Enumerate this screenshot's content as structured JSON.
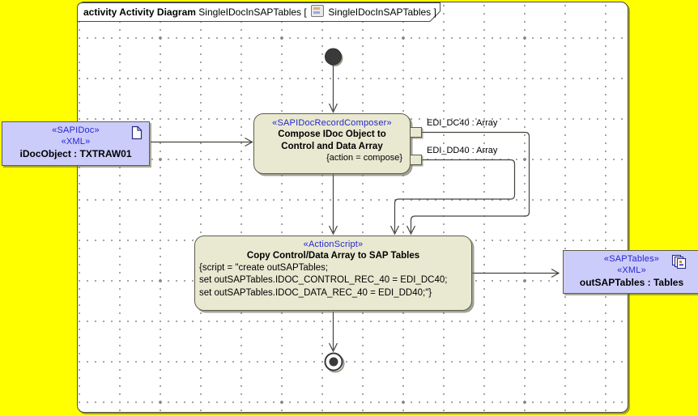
{
  "frame": {
    "keyword": "activity Activity Diagram",
    "diagram_name": "SingleIDocInSAPTables",
    "bracket_open": "[",
    "bracket_ref": "SingleIDocInSAPTables",
    "bracket_close": "]"
  },
  "nodes": {
    "input_object": {
      "stereotype1": "«SAPIDoc»",
      "stereotype2": "«XML»",
      "name": "iDocObject : TXTRAW01",
      "icon": "document-icon"
    },
    "compose_action": {
      "stereotype": "«SAPIDocRecordComposer»",
      "name_line1": "Compose IDoc Object to",
      "name_line2": "Control and Data Array",
      "constraint": "{action = compose}"
    },
    "output_pins": [
      {
        "label": "EDI_DC40 : Array"
      },
      {
        "label": "EDI_DD40 : Array"
      }
    ],
    "copy_action": {
      "stereotype": "«ActionScript»",
      "name": "Copy Control/Data Array to SAP Tables",
      "script_line1": "{script = \"create outSAPTables;",
      "script_line2": "set outSAPTables.IDOC_CONTROL_REC_40 = EDI_DC40;",
      "script_line3": "set outSAPTables.IDOC_DATA_REC_40 = EDI_DD40;\"}"
    },
    "output_object": {
      "stereotype1": "«SAPTables»",
      "stereotype2": "«XML»",
      "name": "outSAPTables : Tables",
      "icon": "copy-icon"
    }
  },
  "colors": {
    "page_background": "#FFFF00",
    "canvas_background": "#FFFFFF",
    "action_fill": "#E9E9D2",
    "object_fill": "#CCCCFB",
    "stereotype_text": "#2626CC",
    "wire": "#44443C"
  }
}
